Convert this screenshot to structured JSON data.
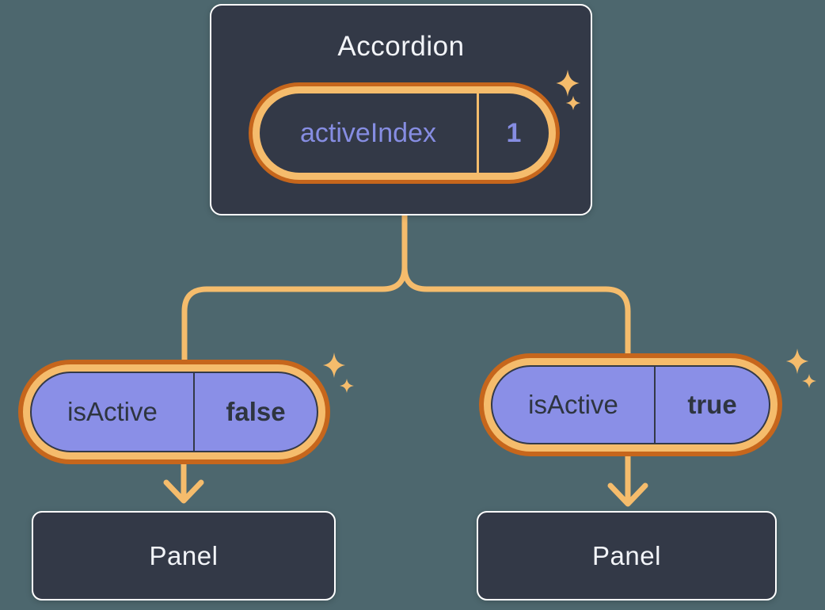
{
  "colors": {
    "page-bg": "#4d676e",
    "card-bg": "#333947",
    "card-border": "#ffffff",
    "gold": "#f5bc6c",
    "orange": "#c6661c",
    "purple": "#8a8fe7",
    "purple-text": "#868de2",
    "dark-text": "#2e3540",
    "light-text": "#f2f4f8"
  },
  "accordion": {
    "title": "Accordion",
    "state_pill": {
      "label": "activeIndex",
      "value": "1"
    }
  },
  "left_child": {
    "prop_pill": {
      "label": "isActive",
      "value": "false"
    },
    "panel": {
      "title": "Panel"
    }
  },
  "right_child": {
    "prop_pill": {
      "label": "isActive",
      "value": "true"
    },
    "panel": {
      "title": "Panel"
    }
  }
}
